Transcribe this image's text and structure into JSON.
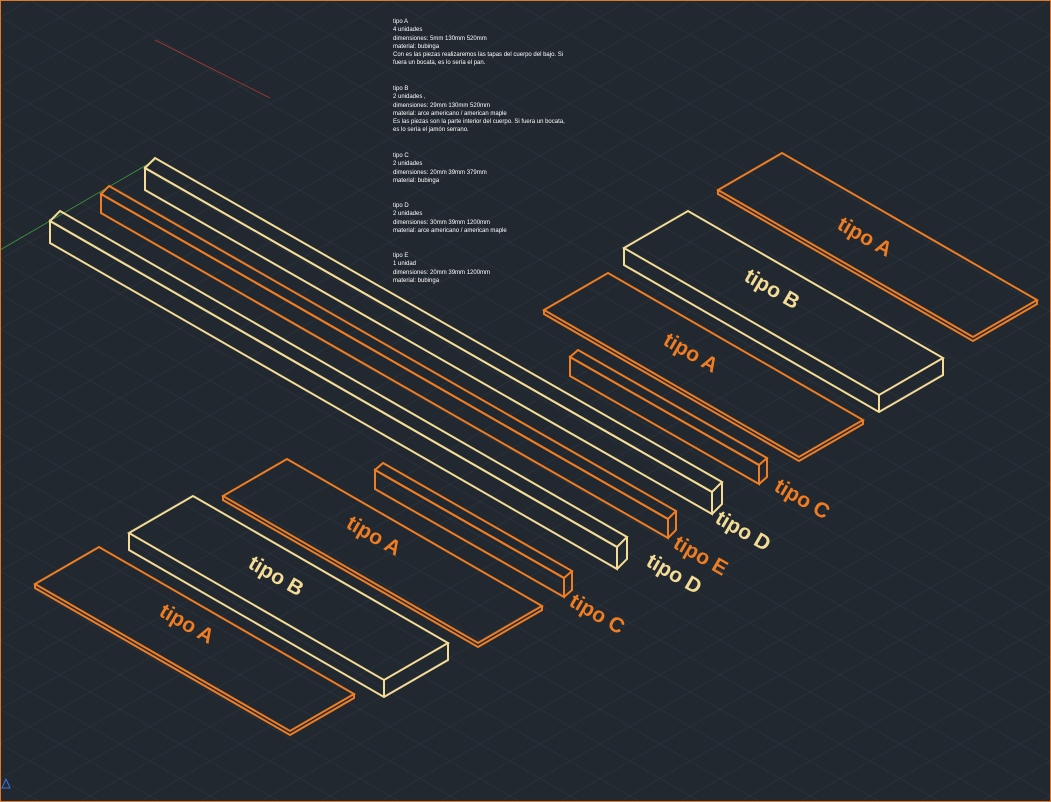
{
  "notes": [
    {
      "lines": [
        "tipo A",
        "4 unidades",
        "dimensiones: 5mm 130mm 520mm",
        "material: bubinga"
      ],
      "para": "Con es las piezas realizaremos las tapas del cuerpo del bajo. Si fuera un bocata, es lo sería el pan."
    },
    {
      "lines": [
        "tipo B",
        "2 unidades ,",
        "dimensiones: 29mm 130mm 520mm",
        "material: arce americano / american maple"
      ],
      "para": "Es las piezas son la parte interior del cuerpo. Si fuera un bocata, es lo sería el jamón serrano."
    },
    {
      "lines": [
        "tipo C",
        "2 unidades",
        "dimensiones: 20mm 39mm 379mm",
        "material: bubinga"
      ],
      "para": ""
    },
    {
      "lines": [
        "tipo D",
        "2 unidades",
        "dimensiones: 30mm 39mm 1200mm",
        "material: arce americano / american maple"
      ],
      "para": ""
    },
    {
      "lines": [
        "tipo E",
        "1 unidad",
        "dimensiones: 20mm 39mm 1200mm",
        "material: bubinga"
      ],
      "para": ""
    }
  ],
  "labels": [
    {
      "text": "tipo A"
    },
    {
      "text": "tipo B"
    },
    {
      "text": "tipo A"
    },
    {
      "text": "tipo C"
    },
    {
      "text": "tipo D"
    },
    {
      "text": "tipo E"
    },
    {
      "text": "tipo D"
    },
    {
      "text": "tipo A"
    },
    {
      "text": "tipo C"
    },
    {
      "text": "tipo B"
    },
    {
      "text": "tipo A"
    }
  ],
  "colors": {
    "background": "#212830",
    "bubinga": "#f07d22",
    "maple": "#f5dc96",
    "grid": "#2f3741"
  }
}
